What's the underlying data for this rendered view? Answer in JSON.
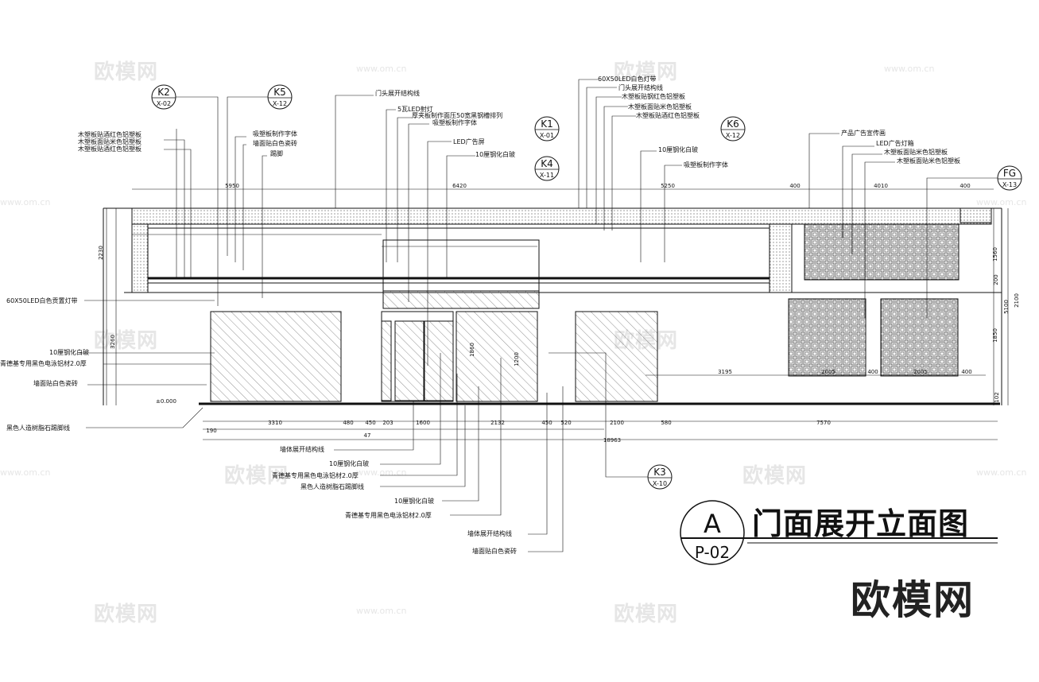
{
  "title": {
    "text": "门面展开立面图",
    "symbol_letter": "A",
    "symbol_sheet": "P-02"
  },
  "brand_logo": "欧模网",
  "watermarks": {
    "brand": "欧模网",
    "url": "www.om.cn"
  },
  "section_tags": [
    {
      "id": "K2",
      "ref": "X-02"
    },
    {
      "id": "K5",
      "ref": "X-12"
    },
    {
      "id": "K1",
      "ref": "X-01"
    },
    {
      "id": "K4",
      "ref": "X-11"
    },
    {
      "id": "K6",
      "ref": "X-12"
    },
    {
      "id": "FG",
      "ref": "X-13"
    },
    {
      "id": "K3",
      "ref": "X-10"
    }
  ],
  "callouts_top": [
    "门头展开结构线",
    "5瓦LED射灯",
    "厚夹板制作面压50宽黑钢槽排列",
    "吸塑板制作字体",
    "LED广告屏",
    "10厘钢化白玻",
    "60X50LED白色灯带",
    "门头展开结构线",
    "木塑板贴钢红色铝塑板",
    "木塑板面贴米色铝塑板",
    "木塑板贴酒红色铝塑板",
    "10厘钢化白玻",
    "吸塑板制作字体",
    "产品广告宣传画",
    "LED广告灯箱",
    "木塑板面贴米色铝塑板",
    "木塑板面贴米色铝塑板"
  ],
  "callouts_left": [
    "木塑板贴酒红色铝塑板",
    "木塑板面贴米色铝塑板",
    "木塑板贴酒红色铝塑板",
    "吸塑板制作字体",
    "墙面贴白色瓷砖",
    "踢脚",
    "60X50LED白色贡置灯带",
    "10厘钢化白玻",
    "青德基专用黑色电泳铝材2.0厚",
    "墙面贴白色瓷砖",
    "黑色人造树脂石踢脚线"
  ],
  "callouts_bottom": [
    "墙体展开结构线",
    "10厘钢化白玻",
    "青德基专用黑色电泳铝材2.0厚",
    "黑色人造树脂石踢脚线",
    "10厘钢化白玻",
    "青德基专用黑色电泳铝材2.0厚",
    "墙体展开结构线",
    "墙面贴白色瓷砖"
  ],
  "dims_top": [
    "5950",
    "6420",
    "5250",
    "400",
    "4010",
    "400"
  ],
  "dims_bottom": [
    "3310",
    "480",
    "450",
    "203",
    "1600",
    "2132",
    "450",
    "520",
    "2100",
    "580",
    "7570"
  ],
  "dims_total": "18963",
  "dims_bottom_extra": [
    "190",
    "47"
  ],
  "dims_wall": [
    "3195",
    "2005",
    "400",
    "2005",
    "400"
  ],
  "dims_vertical": [
    "2230",
    "3260",
    "1560",
    "1850",
    "2100",
    "200",
    "5100",
    "1860",
    "1200",
    "102"
  ],
  "level_mark": "±0.000"
}
